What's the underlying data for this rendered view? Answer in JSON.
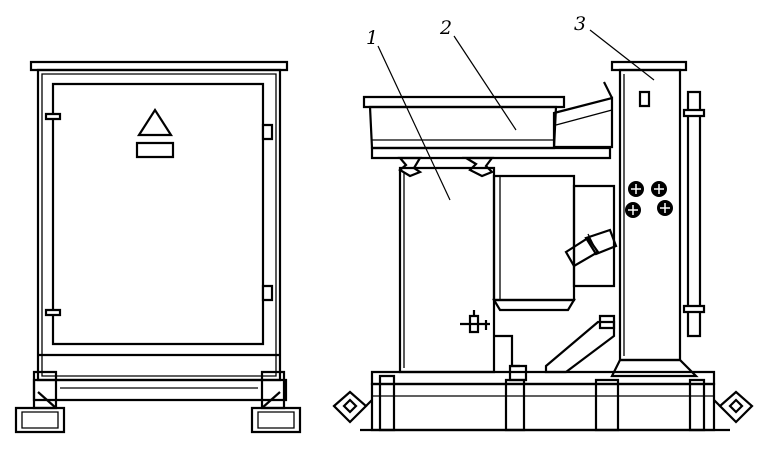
{
  "callouts": {
    "one": "1",
    "two": "2",
    "three": "3"
  },
  "icons": {
    "warning_symbol": "warning-triangle-icon"
  }
}
